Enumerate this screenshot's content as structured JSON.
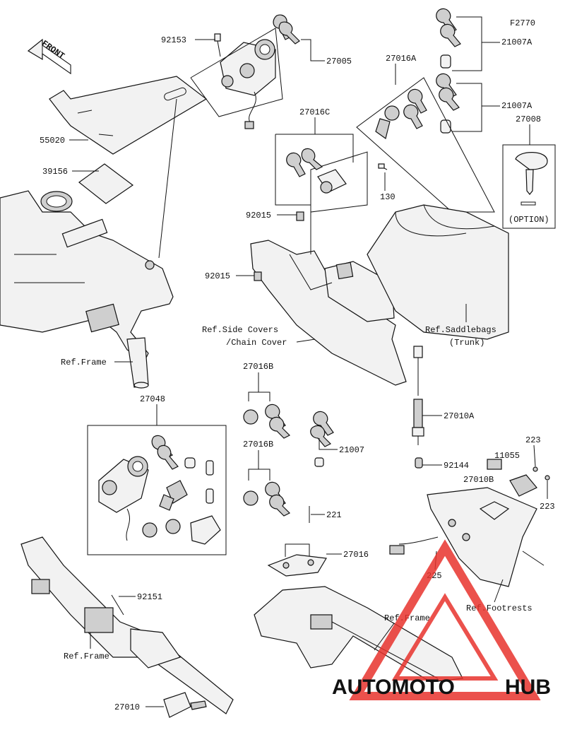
{
  "figure_code": "F2770",
  "front_label": "FRONT",
  "callouts": [
    {
      "id": "c-92153",
      "text": "92153"
    },
    {
      "id": "c-27005",
      "text": "27005"
    },
    {
      "id": "c-21007A-1",
      "text": "21007A"
    },
    {
      "id": "c-27016A",
      "text": "27016A"
    },
    {
      "id": "c-21007A-2",
      "text": "21007A"
    },
    {
      "id": "c-27008",
      "text": "27008"
    },
    {
      "id": "c-27016C",
      "text": "27016C"
    },
    {
      "id": "c-55020",
      "text": "55020"
    },
    {
      "id": "c-39156",
      "text": "39156"
    },
    {
      "id": "c-130",
      "text": "130"
    },
    {
      "id": "c-92015-1",
      "text": "92015"
    },
    {
      "id": "c-92015-2",
      "text": "92015"
    },
    {
      "id": "c-27016B-1",
      "text": "27016B"
    },
    {
      "id": "c-27048",
      "text": "27048"
    },
    {
      "id": "c-27010A",
      "text": "27010A"
    },
    {
      "id": "c-21007",
      "text": "21007"
    },
    {
      "id": "c-27016B-2",
      "text": "27016B"
    },
    {
      "id": "c-92144",
      "text": "92144"
    },
    {
      "id": "c-223-1",
      "text": "223"
    },
    {
      "id": "c-11055",
      "text": "11055"
    },
    {
      "id": "c-27010B",
      "text": "27010B"
    },
    {
      "id": "c-223-2",
      "text": "223"
    },
    {
      "id": "c-221",
      "text": "221"
    },
    {
      "id": "c-27016",
      "text": "27016"
    },
    {
      "id": "c-225",
      "text": "225"
    },
    {
      "id": "c-92151",
      "text": "92151"
    },
    {
      "id": "c-27010",
      "text": "27010"
    }
  ],
  "refs": {
    "side_covers_1": "Ref.Side Covers",
    "side_covers_2": "/Chain Cover",
    "saddlebags_1": "Ref.Saddlebags",
    "saddlebags_2": "(Trunk)",
    "frame_top": "Ref.Frame",
    "frame_bottom_left": "Ref.Frame",
    "frame_bottom_mid": "Ref.Frame",
    "footrests": "Ref.Footrests"
  },
  "option_label": "(OPTION)",
  "watermark": {
    "part1": "AUTOMOTO",
    "part2": "HUB",
    "color_orange": "#f5a623",
    "color_dark": "#555555",
    "color_red": "#e8322d"
  }
}
